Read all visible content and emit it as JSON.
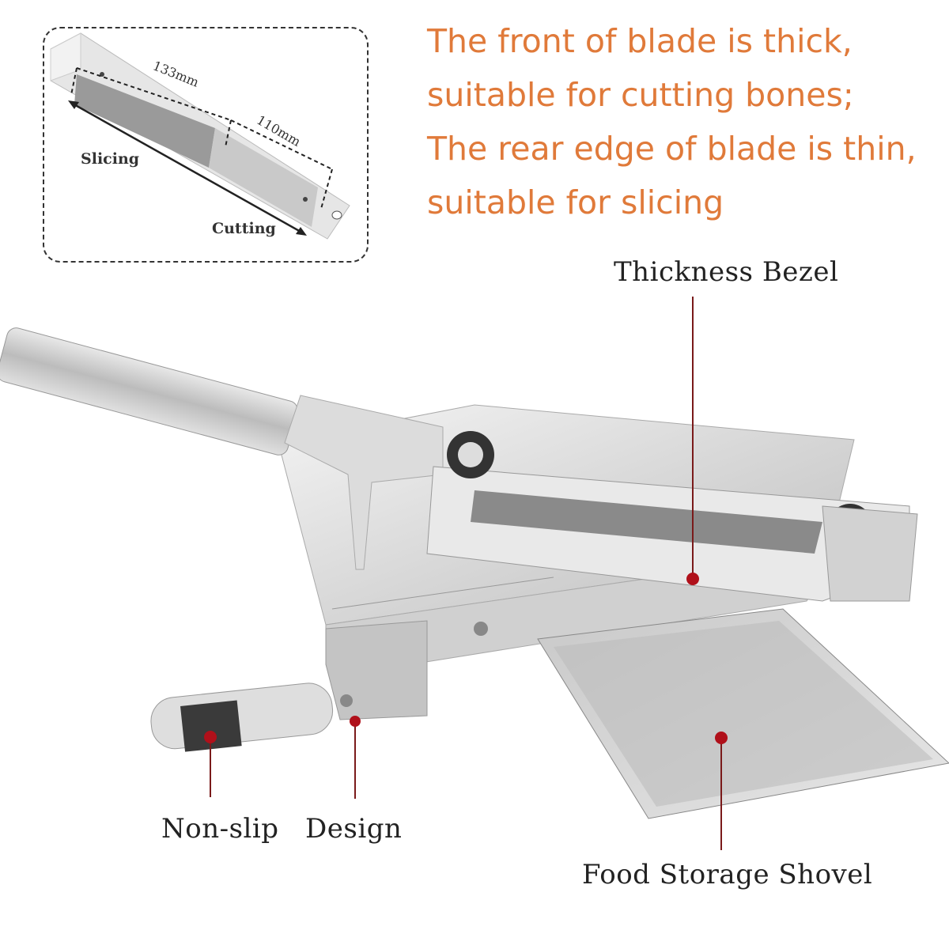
{
  "inset": {
    "dim_long": "133mm",
    "dim_short": "110mm",
    "label_slicing": "Slicing",
    "label_cutting": "Cutting"
  },
  "headline": {
    "line1": "The front of blade is thick,",
    "line2": "suitable for cutting bones;",
    "line3": "The rear edge of blade is thin,",
    "line4": "suitable for slicing"
  },
  "callouts": {
    "thickness_bezel": "Thickness Bezel",
    "non_slip": "Non-slip",
    "design": "Design",
    "food_storage_shovel": "Food Storage Shovel"
  },
  "colors": {
    "headline": "#e07a3a",
    "callout_dot": "#b0101a",
    "callout_line": "#7a1a1a"
  }
}
